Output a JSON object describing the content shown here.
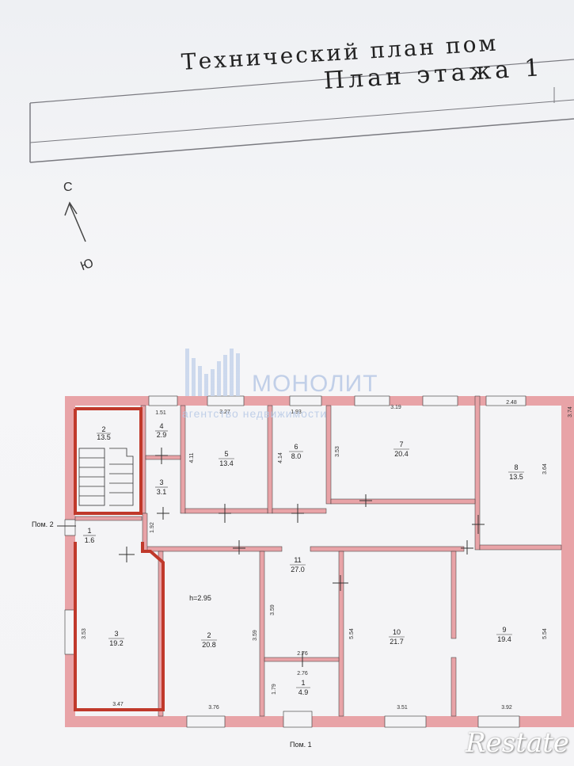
{
  "header": {
    "title_line1": "Технический план пом",
    "title_line2": "План этажа 1"
  },
  "compass": {
    "north": "С",
    "south": "Ю"
  },
  "watermark": {
    "logo": "МОНОЛИТ",
    "subtitle": "агентство недвижимости"
  },
  "brand": {
    "corner_logo": "Restate"
  },
  "labels": {
    "pom1": "Пом. 1",
    "pom2": "Пом. 2",
    "height": "h=2.95"
  },
  "rooms": [
    {
      "num": "2",
      "area": "13.5"
    },
    {
      "num": "4",
      "area": "2.9"
    },
    {
      "num": "3",
      "area": "3.1"
    },
    {
      "num": "5",
      "area": "13.4"
    },
    {
      "num": "6",
      "area": "8.0"
    },
    {
      "num": "7",
      "area": "20.4"
    },
    {
      "num": "8",
      "area": "13.5"
    },
    {
      "num": "1",
      "area": "1.6"
    },
    {
      "num": "11",
      "area": "27.0"
    },
    {
      "num": "3",
      "area": "19.2"
    },
    {
      "num": "2",
      "area": "20.8"
    },
    {
      "num": "10",
      "area": "21.7"
    },
    {
      "num": "9",
      "area": "19.4"
    },
    {
      "num": "1",
      "area": "4.9"
    }
  ],
  "dims": [
    "1.51",
    "3.27",
    "1.93",
    "3.19",
    "2.48",
    "4.11",
    "4.14",
    "3.53",
    "3.64",
    "1.92",
    "3.59",
    "3.53",
    "3.59",
    "5.54",
    "5.54",
    "2.76",
    "2.76",
    "1.79",
    "3.47",
    "3.76",
    "3.51",
    "3.92",
    "3.74"
  ],
  "colors": {
    "wall": "#e8a3a7",
    "wall_dark": "#c0392b",
    "paper": "#f4f4f6",
    "line": "#333333"
  }
}
